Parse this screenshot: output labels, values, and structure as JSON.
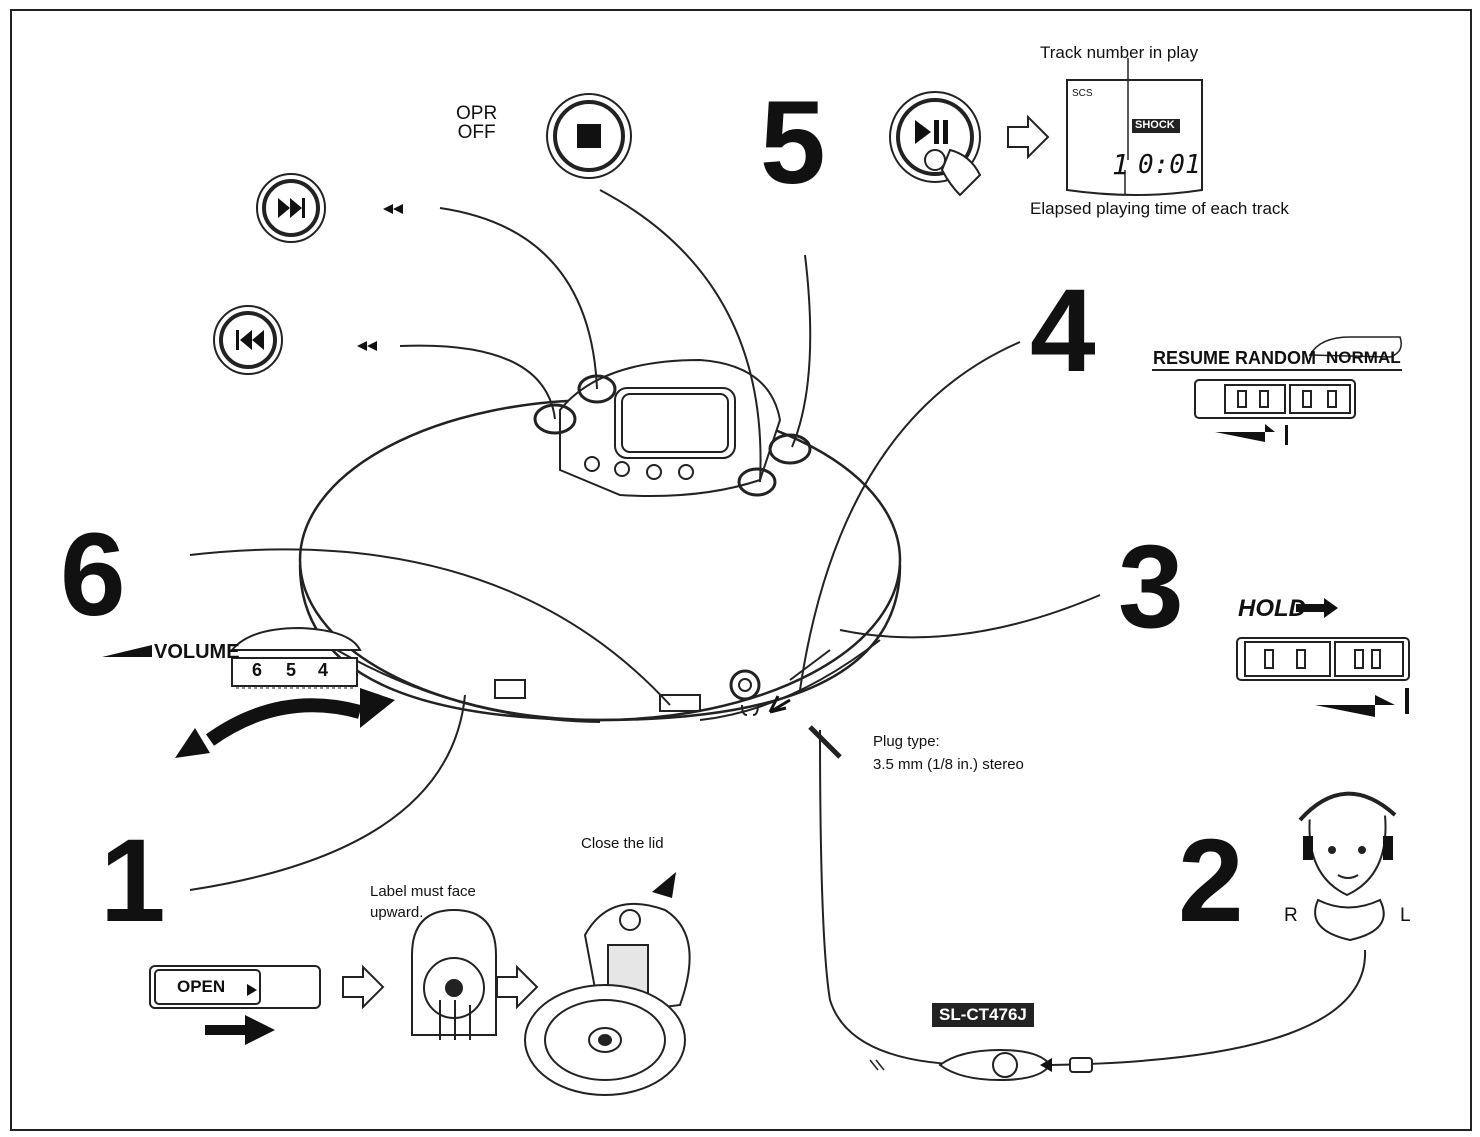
{
  "steps": {
    "one": "1",
    "two": "2",
    "three": "3",
    "four": "4",
    "five": "5",
    "six": "6"
  },
  "labels": {
    "opr_off": "OPR\nOFF",
    "track_number": "Track number in play",
    "elapsed_time": "Elapsed playing time of each track",
    "volume": "VOLUME",
    "resume": "RESUME",
    "random": "RANDOM",
    "normal": "NORMAL",
    "hold": "HOLD",
    "plug_type": "Plug type:",
    "plug_spec": "3.5 mm (1/8 in.) stereo",
    "close_lid": "Close the lid",
    "label_face_1": "Label must face",
    "label_face_2": "upward.",
    "open": "OPEN",
    "model": "SL-CT476J",
    "right": "R",
    "left": "L",
    "volume_digits": [
      "6",
      "5",
      "4"
    ]
  },
  "display": {
    "track": "1",
    "time": "0:01",
    "indicator_scs": "SCS",
    "indicator_shock": "SHOCK"
  }
}
